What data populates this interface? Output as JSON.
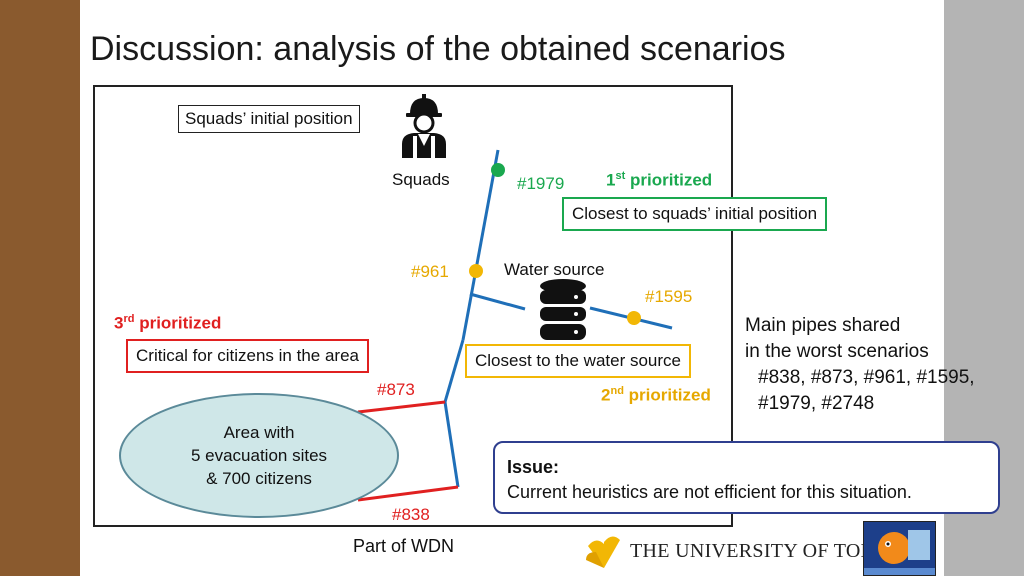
{
  "slide": {
    "title": "Discussion: analysis of the obtained scenarios"
  },
  "diagram": {
    "squads_initial_position": "Squads’ initial position",
    "squads_label": "Squads",
    "node_1979": "#1979",
    "first_prioritized_num": "1",
    "first_prioritized_sup": "st",
    "first_prioritized_text": "prioritized",
    "closest_squads": "Closest to squads’ initial position",
    "node_961": "#961",
    "water_source": "Water source",
    "node_1595": "#1595",
    "third_prioritized_num": "3",
    "third_prioritized_sup": "rd",
    "third_prioritized_text": "prioritized",
    "critical_citizens": "Critical for citizens in the area",
    "closest_water": "Closest to the water source",
    "node_873": "#873",
    "second_prioritized_num": "2",
    "second_prioritized_sup": "nd",
    "second_prioritized_text": "prioritized",
    "area_line1": "Area with",
    "area_line2": "5 evacuation sites",
    "area_line3": "& 700 citizens",
    "node_838": "#838",
    "caption": "Part of WDN",
    "colors": {
      "pipe": "#1f6fb8",
      "critical_pipe": "#e02020",
      "node_1979": "#1aa84f",
      "node_yellow": "#f2b705",
      "green_text": "#1aa84f",
      "red_text": "#e02020",
      "yellow_text": "#e6a800"
    }
  },
  "side_note": {
    "line1": "Main pipes shared",
    "line2": "in the worst scenarios",
    "line3": "#838, #873, #961, #1595,",
    "line4": "#1979, #2748"
  },
  "issue": {
    "heading": "Issue:",
    "body": "Current heuristics are not efficient for this situation."
  },
  "logo": {
    "university": "THE UNIVERSITY OF TOKYO"
  }
}
